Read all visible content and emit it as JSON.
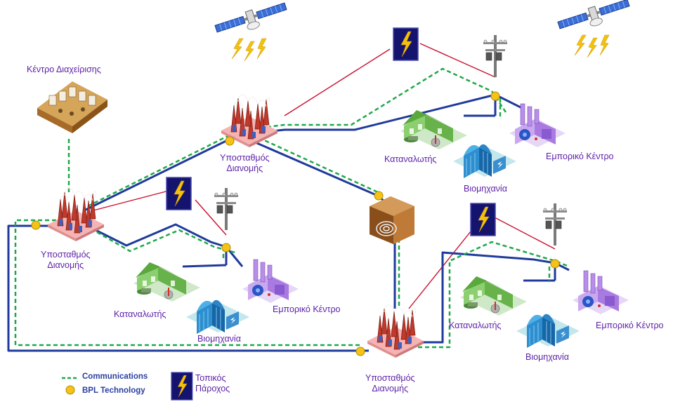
{
  "colors": {
    "power_line": "#1f3a9c",
    "comm_line": "#1fa84a",
    "bpl_node": "#f3c316",
    "label_text": "#5b1fa6",
    "legend_text": "#2a3fa0",
    "provider_box": "#14146e",
    "provider_link": "#c8102e"
  },
  "labels": {
    "management_center": "Κέντρο Διαχείρισης",
    "substation_left": [
      "Υποσταθμός",
      "Διανομής"
    ],
    "substation_top": [
      "Υποσταθμός",
      "Διανομής"
    ],
    "substation_bottom": [
      "Υποσταθμός",
      "Διανομής"
    ],
    "consumers_1": "Καταναλωτής",
    "consumers_2": "Καταναλωτής",
    "consumers_3": "Καταναλωτής",
    "industry_1": "Βιομηχανία",
    "industry_2": "Βιομηχανία",
    "industry_3": "Βιομηχανία",
    "commercial_1": "Εμπορικό Κέντρο",
    "commercial_2": "Εμπορικό Κέντρο",
    "commercial_3": "Εμπορικό Κέντρο"
  },
  "legend": {
    "communications": "Communications",
    "bpl": "BPL Technology",
    "provider": [
      "Τοπικός",
      "Πάροχος"
    ]
  },
  "icons": [
    "satellite-icon",
    "lightning-provider-icon",
    "utility-pole-icon",
    "substation-icon",
    "house-icon",
    "factory-icon",
    "industry-building-icon",
    "management-center-icon",
    "transformer-box-icon"
  ]
}
